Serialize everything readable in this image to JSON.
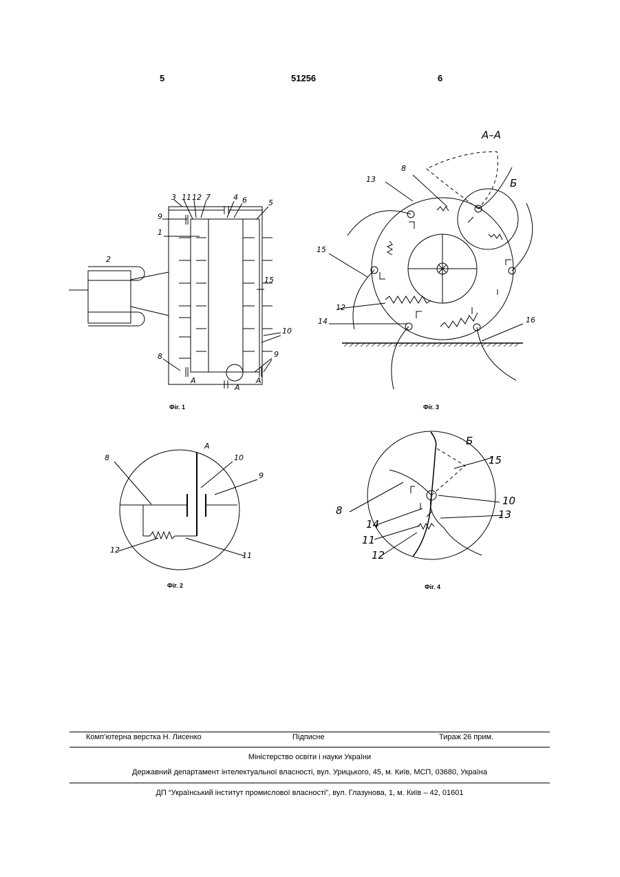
{
  "header": {
    "left_page": "5",
    "patent_number": "51256",
    "right_page": "6"
  },
  "figures": {
    "fig1": {
      "caption": "Фіг. 1",
      "labels": [
        "1",
        "2",
        "3",
        "11",
        "12",
        "7",
        "4",
        "6",
        "5",
        "9",
        "15",
        "10",
        "8",
        "9",
        "А",
        "А",
        "А"
      ]
    },
    "fig2": {
      "caption": "Фіг. 2",
      "title": "А",
      "labels": [
        "8",
        "10",
        "9",
        "12",
        "11"
      ]
    },
    "fig3": {
      "caption": "Фіг. 3",
      "title": "А–А",
      "callout": "Б",
      "labels": [
        "8",
        "13",
        "15",
        "12",
        "14",
        "16"
      ]
    },
    "fig4": {
      "caption": "Фіг. 4",
      "title": "Б",
      "labels": [
        "15",
        "10",
        "8",
        "14",
        "13",
        "11",
        "12"
      ]
    }
  },
  "footer": {
    "row1": {
      "left": "Комп’ютерна верстка Н. Лисенко",
      "center": "Підписне",
      "right": "Тираж 26 прим."
    },
    "ministry": "Міністерство освіти і науки України",
    "department": "Державний департамент інтелектуальної власності, вул. Урицького, 45, м. Київ, МСП, 03680, Україна",
    "institute": "ДП “Український інститут промислової власності”, вул. Глазунова, 1, м. Київ – 42, 01601"
  }
}
